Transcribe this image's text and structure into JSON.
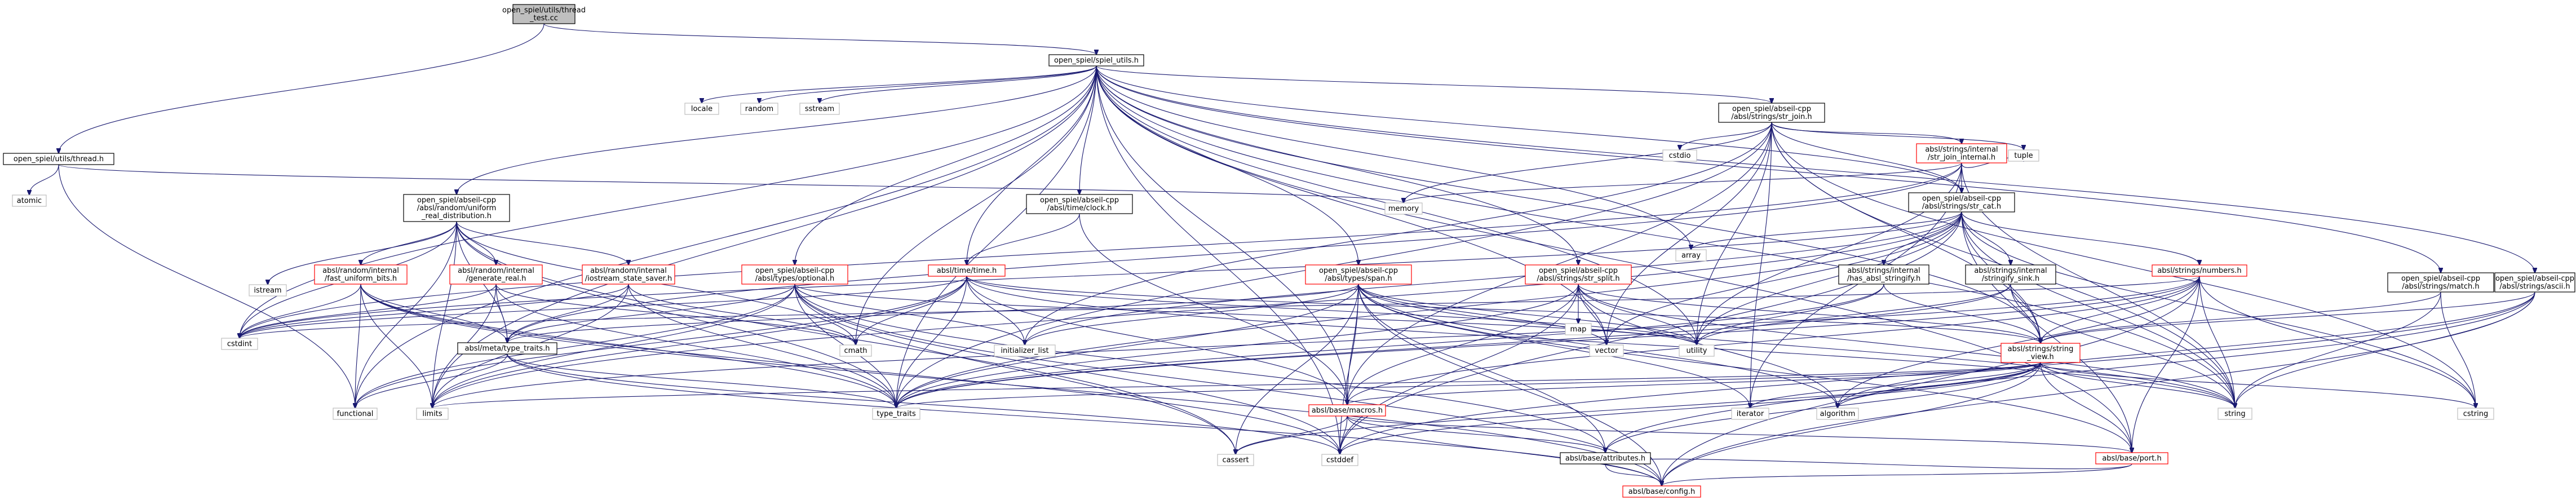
{
  "colors": {
    "edge": "#191970",
    "root_fill": "#bfbfbf",
    "root_stroke": "#000000",
    "file_stroke": "#000000",
    "file_red_stroke": "#ff0000",
    "system_stroke": "#bfbfbf",
    "text": "#000000"
  },
  "nodes": [
    {
      "id": "root",
      "kind": "root",
      "lines": [
        "open_spiel/utils/thread",
        "_test.cc"
      ]
    },
    {
      "id": "spiel_utils",
      "kind": "file",
      "lines": [
        "open_spiel/spiel_utils.h"
      ]
    },
    {
      "id": "thread_h",
      "kind": "file",
      "lines": [
        "open_spiel/utils/thread.h"
      ]
    },
    {
      "id": "atomic",
      "kind": "system",
      "lines": [
        "atomic"
      ]
    },
    {
      "id": "locale",
      "kind": "system",
      "lines": [
        "locale"
      ]
    },
    {
      "id": "random",
      "kind": "system",
      "lines": [
        "random"
      ]
    },
    {
      "id": "sstream",
      "kind": "system",
      "lines": [
        "sstream"
      ]
    },
    {
      "id": "str_join",
      "kind": "file",
      "lines": [
        "open_spiel/abseil-cpp",
        "/absl/strings/str_join.h"
      ]
    },
    {
      "id": "cstdio",
      "kind": "system",
      "lines": [
        "cstdio"
      ]
    },
    {
      "id": "tuple",
      "kind": "system",
      "lines": [
        "tuple"
      ]
    },
    {
      "id": "str_join_internal",
      "kind": "red",
      "lines": [
        "absl/strings/internal",
        "/str_join_internal.h"
      ]
    },
    {
      "id": "memory",
      "kind": "system",
      "lines": [
        "memory"
      ]
    },
    {
      "id": "str_cat",
      "kind": "file",
      "lines": [
        "open_spiel/abseil-cpp",
        "/absl/strings/str_cat.h"
      ]
    },
    {
      "id": "array",
      "kind": "system",
      "lines": [
        "array"
      ]
    },
    {
      "id": "uniform_real",
      "kind": "file",
      "lines": [
        "open_spiel/abseil-cpp",
        "/absl/random/uniform",
        "_real_distribution.h"
      ]
    },
    {
      "id": "mutex",
      "kind": "file",
      "lines": [
        "open_spiel/abseil-cpp",
        "/absl/time/clock.h"
      ]
    },
    {
      "id": "time_h",
      "kind": "red",
      "lines": [
        "absl/time/time.h"
      ]
    },
    {
      "id": "span",
      "kind": "red",
      "lines": [
        "open_spiel/abseil-cpp",
        "/absl/types/span.h"
      ]
    },
    {
      "id": "str_split",
      "kind": "red",
      "lines": [
        "open_spiel/abseil-cpp",
        "/absl/strings/str_split.h"
      ]
    },
    {
      "id": "map",
      "kind": "system",
      "lines": [
        "map"
      ]
    },
    {
      "id": "stringify_sink",
      "kind": "file",
      "lines": [
        "absl/strings/internal",
        "/stringify_sink.h"
      ]
    },
    {
      "id": "ostringstream",
      "kind": "file",
      "lines": [
        "absl/strings/internal",
        "/has_absl_stringify.h"
      ]
    },
    {
      "id": "numbers",
      "kind": "red",
      "lines": [
        "absl/strings/numbers.h"
      ]
    },
    {
      "id": "match",
      "kind": "file",
      "lines": [
        "open_spiel/abseil-cpp",
        "/absl/strings/match.h"
      ]
    },
    {
      "id": "ascii",
      "kind": "file",
      "lines": [
        "open_spiel/abseil-cpp",
        "/absl/strings/ascii.h"
      ]
    },
    {
      "id": "stream",
      "kind": "system",
      "lines": [
        "istream"
      ]
    },
    {
      "id": "fast_uniform",
      "kind": "red",
      "lines": [
        "absl/random/internal",
        "/fast_uniform_bits.h"
      ]
    },
    {
      "id": "generate_real",
      "kind": "red",
      "lines": [
        "absl/random/internal",
        "/generate_real.h"
      ]
    },
    {
      "id": "iostream_state",
      "kind": "red",
      "lines": [
        "absl/random/internal",
        "/iostream_state_saver.h"
      ]
    },
    {
      "id": "optional",
      "kind": "red",
      "lines": [
        "open_spiel/abseil-cpp",
        "/absl/types/optional.h"
      ]
    },
    {
      "id": "cstdint",
      "kind": "system",
      "lines": [
        "cstdint"
      ]
    },
    {
      "id": "type_traits_meta",
      "kind": "file",
      "lines": [
        "absl/meta/type_traits.h"
      ]
    },
    {
      "id": "cmath",
      "kind": "system",
      "lines": [
        "cmath"
      ]
    },
    {
      "id": "initializer_list",
      "kind": "system",
      "lines": [
        "initializer_list"
      ]
    },
    {
      "id": "vector",
      "kind": "system",
      "lines": [
        "vector"
      ]
    },
    {
      "id": "utility",
      "kind": "system",
      "lines": [
        "utility"
      ]
    },
    {
      "id": "string_view",
      "kind": "red",
      "lines": [
        "absl/strings/string",
        "_view.h"
      ]
    },
    {
      "id": "functional",
      "kind": "system",
      "lines": [
        "functional"
      ]
    },
    {
      "id": "limits",
      "kind": "system",
      "lines": [
        "limits"
      ]
    },
    {
      "id": "type_traits",
      "kind": "system",
      "lines": [
        "type_traits"
      ]
    },
    {
      "id": "macros",
      "kind": "red",
      "lines": [
        "absl/base/macros.h"
      ]
    },
    {
      "id": "iterator",
      "kind": "system",
      "lines": [
        "iterator"
      ]
    },
    {
      "id": "algorithm",
      "kind": "system",
      "lines": [
        "algorithm"
      ]
    },
    {
      "id": "string",
      "kind": "system",
      "lines": [
        "string"
      ]
    },
    {
      "id": "cstring",
      "kind": "system",
      "lines": [
        "cstring"
      ]
    },
    {
      "id": "cassert",
      "kind": "system",
      "lines": [
        "cassert"
      ]
    },
    {
      "id": "cstddef",
      "kind": "system",
      "lines": [
        "cstddef"
      ]
    },
    {
      "id": "port",
      "kind": "red",
      "lines": [
        "absl/base/port.h"
      ]
    },
    {
      "id": "attributes",
      "kind": "file",
      "lines": [
        "absl/base/attributes.h"
      ]
    },
    {
      "id": "config",
      "kind": "red",
      "lines": [
        "absl/base/config.h"
      ]
    }
  ],
  "edges": [
    [
      "root",
      "spiel_utils"
    ],
    [
      "root",
      "thread_h"
    ],
    [
      "thread_h",
      "atomic"
    ],
    [
      "thread_h",
      "memory"
    ],
    [
      "thread_h",
      "functional"
    ],
    [
      "spiel_utils",
      "locale"
    ],
    [
      "spiel_utils",
      "random"
    ],
    [
      "spiel_utils",
      "sstream"
    ],
    [
      "spiel_utils",
      "str_join"
    ],
    [
      "spiel_utils",
      "str_cat"
    ],
    [
      "spiel_utils",
      "uniform_real"
    ],
    [
      "spiel_utils",
      "mutex"
    ],
    [
      "spiel_utils",
      "time_h"
    ],
    [
      "spiel_utils",
      "span"
    ],
    [
      "spiel_utils",
      "str_split"
    ],
    [
      "spiel_utils",
      "optional"
    ],
    [
      "spiel_utils",
      "match"
    ],
    [
      "spiel_utils",
      "ascii"
    ],
    [
      "spiel_utils",
      "array"
    ],
    [
      "spiel_utils",
      "cstdint"
    ],
    [
      "spiel_utils",
      "cmath"
    ],
    [
      "spiel_utils",
      "vector"
    ],
    [
      "spiel_utils",
      "utility"
    ],
    [
      "spiel_utils",
      "string_view"
    ],
    [
      "spiel_utils",
      "functional"
    ],
    [
      "spiel_utils",
      "limits"
    ],
    [
      "spiel_utils",
      "type_traits"
    ],
    [
      "spiel_utils",
      "macros"
    ],
    [
      "spiel_utils",
      "string"
    ],
    [
      "spiel_utils",
      "cstddef"
    ],
    [
      "spiel_utils",
      "port"
    ],
    [
      "str_join",
      "cstdio"
    ],
    [
      "str_join",
      "tuple"
    ],
    [
      "str_join",
      "str_join_internal"
    ],
    [
      "str_join",
      "str_cat"
    ],
    [
      "str_join",
      "memory"
    ],
    [
      "str_join",
      "string_view"
    ],
    [
      "str_join",
      "string"
    ],
    [
      "str_join",
      "type_traits"
    ],
    [
      "str_join",
      "utility"
    ],
    [
      "str_join",
      "iterator"
    ],
    [
      "str_join",
      "initializer_list"
    ],
    [
      "str_join",
      "macros"
    ],
    [
      "str_join",
      "vector"
    ],
    [
      "str_join",
      "cstring"
    ],
    [
      "str_join_internal",
      "str_cat"
    ],
    [
      "str_join_internal",
      "memory"
    ],
    [
      "str_join_internal",
      "type_traits_meta"
    ],
    [
      "str_join_internal",
      "string"
    ],
    [
      "str_join_internal",
      "utility"
    ],
    [
      "str_join_internal",
      "iterator"
    ],
    [
      "str_join_internal",
      "cstdint"
    ],
    [
      "str_join_internal",
      "tuple"
    ],
    [
      "str_cat",
      "array"
    ],
    [
      "str_cat",
      "stringify_sink"
    ],
    [
      "str_cat",
      "ostringstream"
    ],
    [
      "str_cat",
      "numbers"
    ],
    [
      "str_cat",
      "string_view"
    ],
    [
      "str_cat",
      "port"
    ],
    [
      "str_cat",
      "vector"
    ],
    [
      "str_cat",
      "utility"
    ],
    [
      "str_cat",
      "string"
    ],
    [
      "str_cat",
      "type_traits"
    ],
    [
      "str_cat",
      "cstdint"
    ],
    [
      "str_cat",
      "initializer_list"
    ],
    [
      "str_cat",
      "cstddef"
    ],
    [
      "str_cat",
      "limits"
    ],
    [
      "str_cat",
      "cstring"
    ],
    [
      "uniform_real",
      "stream"
    ],
    [
      "uniform_real",
      "fast_uniform"
    ],
    [
      "uniform_real",
      "generate_real"
    ],
    [
      "uniform_real",
      "iostream_state"
    ],
    [
      "uniform_real",
      "type_traits_meta"
    ],
    [
      "uniform_real",
      "cmath"
    ],
    [
      "uniform_real",
      "cstdint"
    ],
    [
      "uniform_real",
      "limits"
    ],
    [
      "uniform_real",
      "type_traits"
    ],
    [
      "uniform_real",
      "cassert"
    ],
    [
      "uniform_real",
      "functional"
    ],
    [
      "fast_uniform",
      "cstdint"
    ],
    [
      "fast_uniform",
      "limits"
    ],
    [
      "fast_uniform",
      "type_traits"
    ],
    [
      "fast_uniform",
      "functional"
    ],
    [
      "fast_uniform",
      "type_traits_meta"
    ],
    [
      "fast_uniform",
      "config"
    ],
    [
      "fast_uniform",
      "cstddef"
    ],
    [
      "generate_real",
      "cstdint"
    ],
    [
      "generate_real",
      "cmath"
    ],
    [
      "generate_real",
      "limits"
    ],
    [
      "generate_real",
      "type_traits"
    ],
    [
      "generate_real",
      "type_traits_meta"
    ],
    [
      "iostream_state",
      "cmath"
    ],
    [
      "iostream_state",
      "limits"
    ],
    [
      "iostream_state",
      "type_traits"
    ],
    [
      "iostream_state",
      "cstdint"
    ],
    [
      "iostream_state",
      "type_traits_meta"
    ],
    [
      "mutex",
      "time_h"
    ],
    [
      "mutex",
      "macros"
    ],
    [
      "time_h",
      "cmath"
    ],
    [
      "time_h",
      "cstdint"
    ],
    [
      "time_h",
      "limits"
    ],
    [
      "time_h",
      "string"
    ],
    [
      "time_h",
      "type_traits"
    ],
    [
      "time_h",
      "utility"
    ],
    [
      "time_h",
      "string_view"
    ],
    [
      "time_h",
      "macros"
    ],
    [
      "time_h",
      "initializer_list"
    ],
    [
      "time_h",
      "functional"
    ],
    [
      "span",
      "algorithm"
    ],
    [
      "span",
      "cassert"
    ],
    [
      "span",
      "cstddef"
    ],
    [
      "span",
      "initializer_list"
    ],
    [
      "span",
      "iterator"
    ],
    [
      "span",
      "type_traits"
    ],
    [
      "span",
      "utility"
    ],
    [
      "span",
      "attributes"
    ],
    [
      "span",
      "macros"
    ],
    [
      "span",
      "port"
    ],
    [
      "span",
      "type_traits_meta"
    ],
    [
      "span",
      "string"
    ],
    [
      "span",
      "vector"
    ],
    [
      "span",
      "config"
    ],
    [
      "str_split",
      "map"
    ],
    [
      "str_split",
      "utility"
    ],
    [
      "str_split",
      "vector"
    ],
    [
      "str_split",
      "string"
    ],
    [
      "str_split",
      "macros"
    ],
    [
      "str_split",
      "string_view"
    ],
    [
      "str_split",
      "algorithm"
    ],
    [
      "str_split",
      "cstddef"
    ],
    [
      "str_split",
      "type_traits"
    ],
    [
      "optional",
      "functional"
    ],
    [
      "optional",
      "initializer_list"
    ],
    [
      "optional",
      "type_traits"
    ],
    [
      "optional",
      "utility"
    ],
    [
      "optional",
      "attributes"
    ],
    [
      "optional",
      "type_traits_meta"
    ],
    [
      "optional",
      "config"
    ],
    [
      "optional",
      "limits"
    ],
    [
      "optional",
      "cassert"
    ],
    [
      "optional",
      "cstddef"
    ],
    [
      "stringify_sink",
      "string"
    ],
    [
      "stringify_sink",
      "type_traits"
    ],
    [
      "stringify_sink",
      "utility"
    ],
    [
      "stringify_sink",
      "string_view"
    ],
    [
      "ostringstream",
      "string_view"
    ],
    [
      "ostringstream",
      "type_traits"
    ],
    [
      "ostringstream",
      "utility"
    ],
    [
      "numbers",
      "algorithm"
    ],
    [
      "numbers",
      "cstdint"
    ],
    [
      "numbers",
      "cstring"
    ],
    [
      "numbers",
      "limits"
    ],
    [
      "numbers",
      "string"
    ],
    [
      "numbers",
      "type_traits"
    ],
    [
      "numbers",
      "port"
    ],
    [
      "numbers",
      "string_view"
    ],
    [
      "numbers",
      "macros"
    ],
    [
      "numbers",
      "config"
    ],
    [
      "match",
      "cstring"
    ],
    [
      "match",
      "string_view"
    ],
    [
      "match",
      "string"
    ],
    [
      "ascii",
      "algorithm"
    ],
    [
      "ascii",
      "cstddef"
    ],
    [
      "ascii",
      "string"
    ],
    [
      "ascii",
      "attributes"
    ],
    [
      "ascii",
      "string_view"
    ],
    [
      "ascii",
      "config"
    ],
    [
      "type_traits_meta",
      "cstddef"
    ],
    [
      "type_traits_meta",
      "functional"
    ],
    [
      "type_traits_meta",
      "type_traits"
    ],
    [
      "type_traits_meta",
      "config"
    ],
    [
      "string_view",
      "algorithm"
    ],
    [
      "string_view",
      "cassert"
    ],
    [
      "string_view",
      "cstddef"
    ],
    [
      "string_view",
      "cstring"
    ],
    [
      "string_view",
      "iterator"
    ],
    [
      "string_view",
      "limits"
    ],
    [
      "string_view",
      "string"
    ],
    [
      "string_view",
      "type_traits"
    ],
    [
      "string_view",
      "attributes"
    ],
    [
      "string_view",
      "port"
    ],
    [
      "string_view",
      "macros"
    ],
    [
      "string_view",
      "config"
    ],
    [
      "macros",
      "cassert"
    ],
    [
      "macros",
      "cstddef"
    ],
    [
      "macros",
      "attributes"
    ],
    [
      "macros",
      "config"
    ],
    [
      "macros",
      "port"
    ],
    [
      "port",
      "attributes"
    ],
    [
      "port",
      "config"
    ],
    [
      "attributes",
      "config"
    ]
  ]
}
